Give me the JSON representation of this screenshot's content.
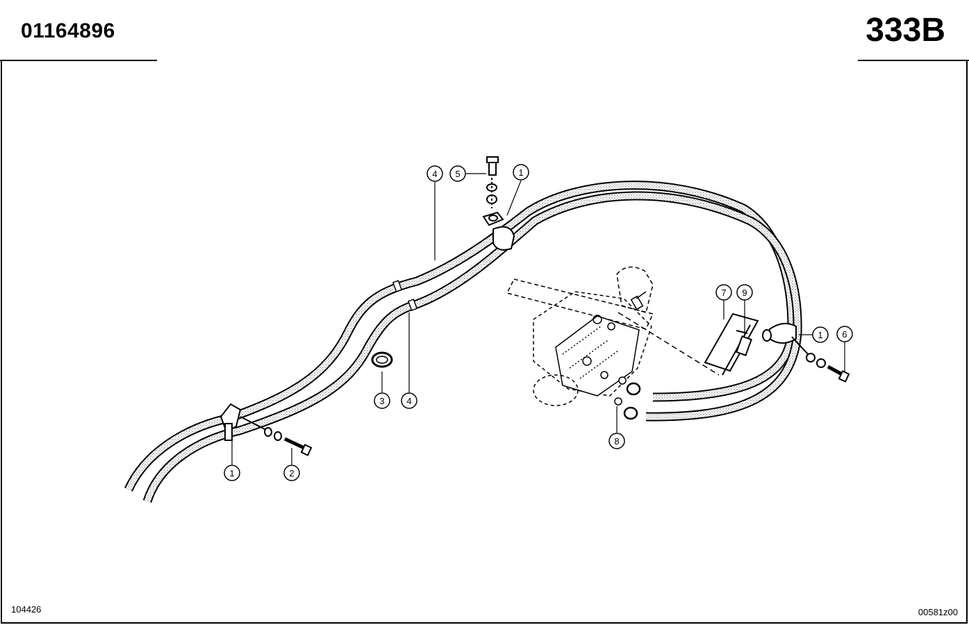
{
  "header": {
    "document_number": "01164896",
    "page_code": "333B"
  },
  "footer": {
    "drawing_ref_left": "104426",
    "drawing_ref_right": "00581z00"
  },
  "callouts": [
    "4",
    "5",
    "1",
    "7",
    "9",
    "1",
    "6",
    "3",
    "4",
    "8",
    "1",
    "2"
  ],
  "colors": {
    "line": "#000000",
    "paper": "#ffffff",
    "hatch": "#555555"
  }
}
